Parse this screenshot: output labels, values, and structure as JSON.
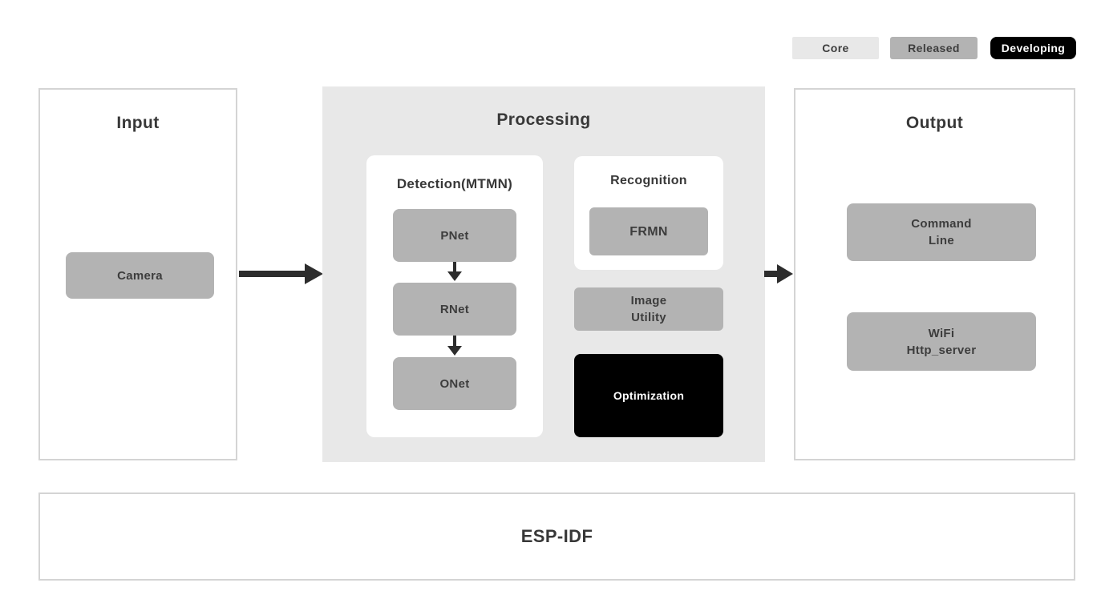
{
  "colors": {
    "core": "#e8e8e8",
    "released": "#b3b3b3",
    "developing": "#000000",
    "panel-border": "#d4d4d4",
    "text": "#383838",
    "node-text": "#3d3d3d",
    "arrow": "#2d2d2d"
  },
  "legend": {
    "core": "Core",
    "released": "Released",
    "developing": "Developing"
  },
  "input": {
    "title": "Input",
    "camera": "Camera"
  },
  "processing": {
    "title": "Processing",
    "detection": {
      "title": "Detection(MTMN)",
      "nodes": [
        {
          "label": "PNet",
          "status": "released"
        },
        {
          "label": "RNet",
          "status": "released"
        },
        {
          "label": "ONet",
          "status": "released"
        }
      ]
    },
    "recognition": {
      "title": "Recognition",
      "frmn": "FRMN",
      "frmn_status": "released"
    },
    "image_utility": {
      "line1": "Image",
      "line2": "Utility",
      "status": "released"
    },
    "optimization": {
      "label": "Optimization",
      "status": "developing"
    }
  },
  "output": {
    "title": "Output",
    "command_line": {
      "line1": "Command",
      "line2": "Line",
      "status": "released"
    },
    "wifi_http_server": {
      "line1": "WiFi",
      "line2": "Http_server",
      "status": "released"
    }
  },
  "foundation": {
    "title": "ESP-IDF"
  }
}
